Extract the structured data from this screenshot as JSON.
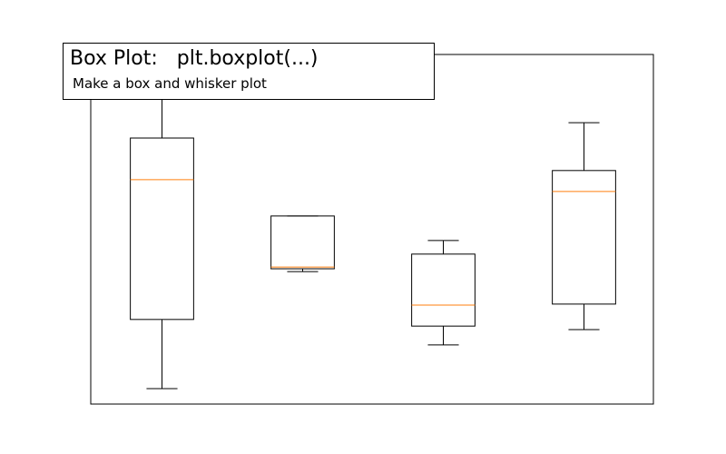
{
  "chart_data": {
    "type": "box",
    "title": "Box Plot:   plt.boxplot(...)",
    "subtitle": "Make a box and whisker plot",
    "xlabel": "",
    "ylabel": "",
    "xlim": [
      0.5,
      4.5
    ],
    "ylim": [
      0,
      1
    ],
    "grid": false,
    "ticks_visible": false,
    "colors": {
      "box": "#000000",
      "median": "#ff7f0e",
      "frame": "#000000"
    },
    "series": [
      {
        "position": 1,
        "whislo": 0.044,
        "q1": 0.242,
        "median": 0.642,
        "q3": 0.761,
        "whishi": 0.922
      },
      {
        "position": 2,
        "whislo": 0.379,
        "q1": 0.387,
        "median": 0.392,
        "q3": 0.538,
        "whishi": 0.538
      },
      {
        "position": 3,
        "whislo": 0.169,
        "q1": 0.223,
        "median": 0.283,
        "q3": 0.429,
        "whishi": 0.468
      },
      {
        "position": 4,
        "whislo": 0.213,
        "q1": 0.286,
        "median": 0.608,
        "q3": 0.668,
        "whishi": 0.805
      }
    ]
  }
}
